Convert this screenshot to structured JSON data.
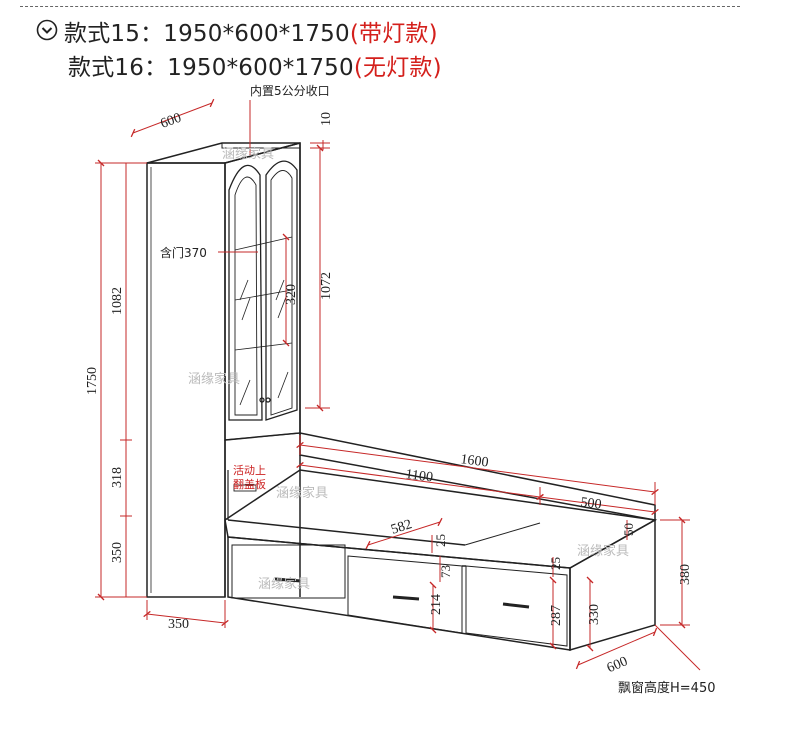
{
  "header": {
    "line1": {
      "prefix": "款式15：1950*600*1750",
      "suffix": "(带灯款)"
    },
    "line2": {
      "prefix": "款式16：1950*600*1750",
      "suffix": "(无灯款)"
    }
  },
  "icons": {
    "bullet": "chevron-down-circle-icon"
  },
  "colors": {
    "accent": "#d4201c",
    "red_lines": "#c62828",
    "lines": "#222222"
  },
  "annotations": {
    "top_notch": "内置5公分收口",
    "door_note": "含门370",
    "lift_note_1": "活动上",
    "lift_note_2": "翻盖板",
    "bay_height": "飘窗高度H=450"
  },
  "dims": {
    "d600_top": "600",
    "d10": "10",
    "d1072": "1072",
    "d320": "320",
    "d1750": "1750",
    "d1082": "1082",
    "d318": "318",
    "d350_v": "350",
    "d350_h": "350",
    "d1600": "1600",
    "d1100": "1100",
    "d500": "500",
    "d582": "582",
    "d25_a": "25",
    "d25_b": "25",
    "d73": "73",
    "d50": "50",
    "d214": "214",
    "d287": "287",
    "d330": "330",
    "d380": "380",
    "d600_bottom": "600"
  },
  "watermark": "涵缘家具"
}
